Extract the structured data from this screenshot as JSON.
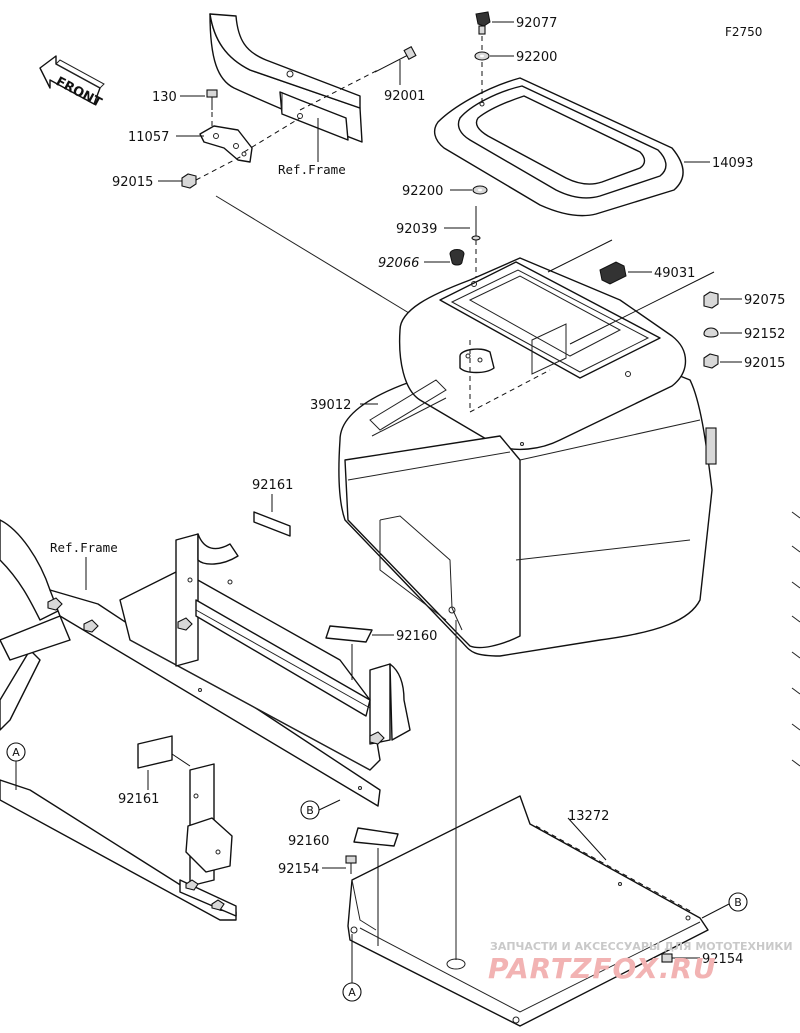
{
  "diagram_code": "F2750",
  "front_label": "FRONT",
  "ref_frame_top": "Ref.Frame",
  "ref_frame_left": "Ref.Frame",
  "circle_a": "A",
  "circle_b": "B",
  "parts": {
    "p92077": "92077",
    "p92200_top": "92200",
    "p92001": "92001",
    "p130": "130",
    "p11057": "11057",
    "p92015_left": "92015",
    "p14093": "14093",
    "p92200_mid": "92200",
    "p92039": "92039",
    "p92066": "92066",
    "p49031": "49031",
    "p92075": "92075",
    "p92152": "92152",
    "p92015_right": "92015",
    "p39012": "39012",
    "p92161_top": "92161",
    "p92160_mid": "92160",
    "p92161_bottom": "92161",
    "p13272": "13272",
    "p92160_bottom": "92160",
    "p92154_left": "92154",
    "p92154_right": "92154"
  },
  "watermark": {
    "line1": "ЗАПЧАСТИ И АКСЕССУАРЫ ДЛЯ МОТОТЕХНИКИ",
    "line2": "PARTZFOX.RU"
  }
}
